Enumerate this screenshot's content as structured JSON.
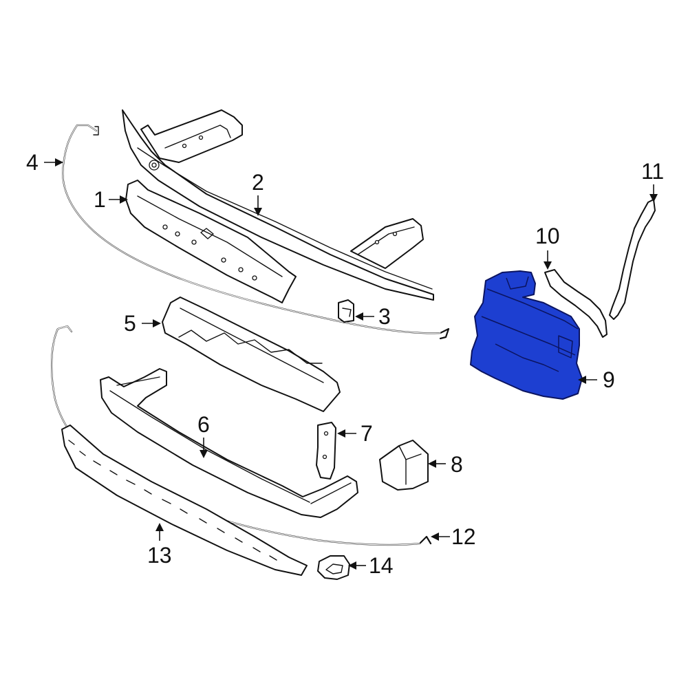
{
  "highlight_color": "#1d3fd1",
  "line_color": "#111111",
  "callouts": {
    "c1": "1",
    "c2": "2",
    "c3": "3",
    "c4": "4",
    "c5": "5",
    "c6": "6",
    "c7": "7",
    "c8": "8",
    "c9": "9",
    "c10": "10",
    "c11": "11",
    "c12": "12",
    "c13": "13",
    "c14": "14"
  },
  "highlighted_part": "9"
}
